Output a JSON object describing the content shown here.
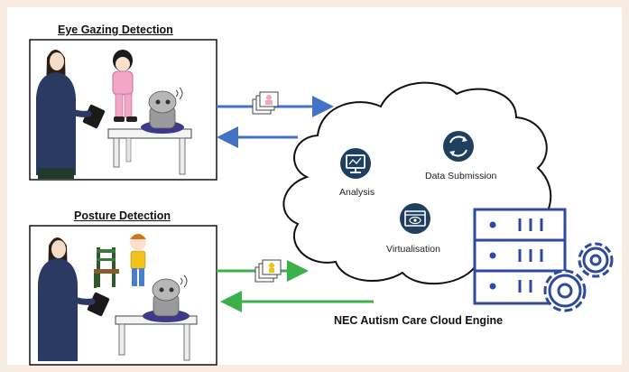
{
  "scenes": {
    "eye_gazing": {
      "title": "Eye Gazing Detection"
    },
    "posture": {
      "title": "Posture Detection"
    }
  },
  "cloud": {
    "analysis_label": "Analysis",
    "submission_label": "Data Submission",
    "virtualisation_label": "Virtualisation"
  },
  "engine": {
    "label": "NEC Autism Care Cloud Engine"
  },
  "colors": {
    "blue_arrow": "#4472c4",
    "green_arrow": "#3bb14a",
    "icon_navy": "#1f3f5f",
    "server_blue": "#2e4a9e",
    "woman_coat": "#2b3a62",
    "child_shirt": "#f3a6c8",
    "boy_shirt": "#f2c21b"
  }
}
